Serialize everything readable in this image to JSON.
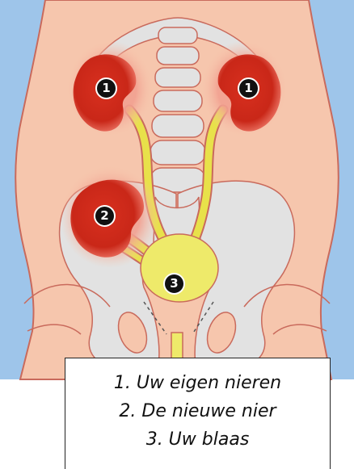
{
  "colors": {
    "background": "#9ec5ea",
    "skin": "#f6c6ad",
    "outline": "#c96a5c",
    "bone": "#e2e2e2",
    "kidney": "#cf2a1c",
    "ureter": "#e8e14a",
    "bladder": "#eeea6a"
  },
  "markers": {
    "own_kidney_left": "1",
    "own_kidney_right": "1",
    "new_kidney": "2",
    "bladder": "3"
  },
  "legend": {
    "item1": "1. Uw eigen nieren",
    "item2": "2. De nieuwe nier",
    "item3": "3. Uw blaas"
  }
}
